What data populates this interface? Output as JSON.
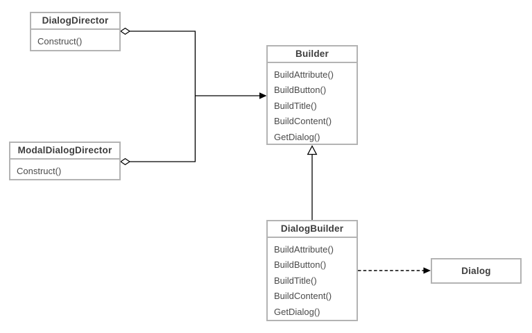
{
  "diagram": {
    "background": "#ffffff",
    "colors": {
      "box_border": "#b3b3b3",
      "title_text": "#3d3d3d",
      "method_text": "#4a4a4a",
      "connector": "#000000"
    },
    "classes": {
      "dialog_director": {
        "name": "DialogDirector",
        "methods": [
          "Construct()"
        ]
      },
      "modal_dialog_director": {
        "name": "ModalDialogDirector",
        "methods": [
          "Construct()"
        ]
      },
      "builder": {
        "name": "Builder",
        "methods": [
          "BuildAttribute()",
          "BuildButton()",
          "BuildTitle()",
          "BuildContent()",
          "GetDialog()"
        ]
      },
      "dialog_builder": {
        "name": "DialogBuilder",
        "methods": [
          "BuildAttribute()",
          "BuildButton()",
          "BuildTitle()",
          "BuildContent()",
          "GetDialog()"
        ]
      },
      "dialog": {
        "name": "Dialog",
        "methods": []
      }
    },
    "relationships": [
      {
        "from": "DialogDirector",
        "to": "Builder",
        "type": "aggregation",
        "marker": "hollow-diamond-and-filled-arrow"
      },
      {
        "from": "ModalDialogDirector",
        "to": "Builder",
        "type": "aggregation",
        "marker": "hollow-diamond-and-filled-arrow"
      },
      {
        "from": "DialogBuilder",
        "to": "Builder",
        "type": "generalization",
        "marker": "hollow-triangle"
      },
      {
        "from": "DialogBuilder",
        "to": "Dialog",
        "type": "dependency",
        "marker": "dashed-filled-arrow"
      }
    ]
  }
}
